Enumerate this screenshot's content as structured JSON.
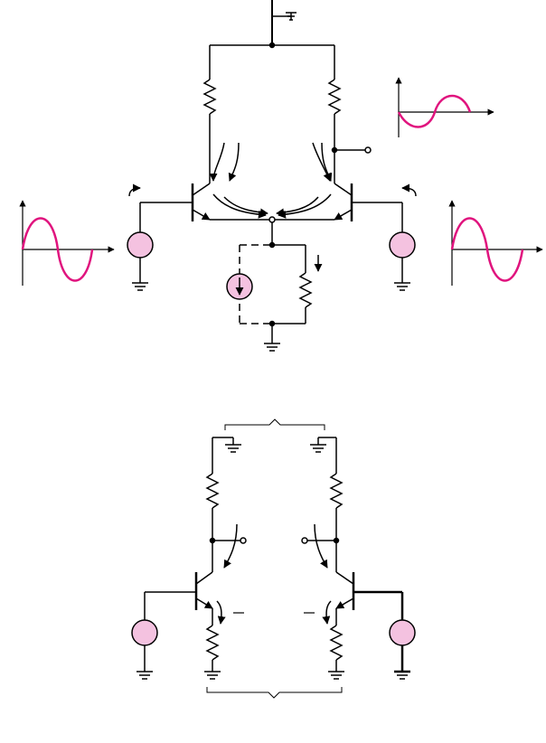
{
  "colors": {
    "wire": "#000000",
    "signal": "#e0147e",
    "source_fill": "#f4c2e0",
    "background": "#ffffff"
  },
  "icons": [
    "ground-icon",
    "resistor-icon",
    "npn-transistor-icon",
    "voltage-source-icon",
    "current-source-icon",
    "sine-wave-icon",
    "current-arrow-icon",
    "output-terminal-icon",
    "brace-icon"
  ],
  "top_circuit": {
    "input_waveforms": [
      "left-input-sine",
      "right-input-sine"
    ],
    "output_waveform": "output-sine"
  },
  "bottom_circuit": {
    "halves": [
      "left-half",
      "right-half"
    ]
  }
}
